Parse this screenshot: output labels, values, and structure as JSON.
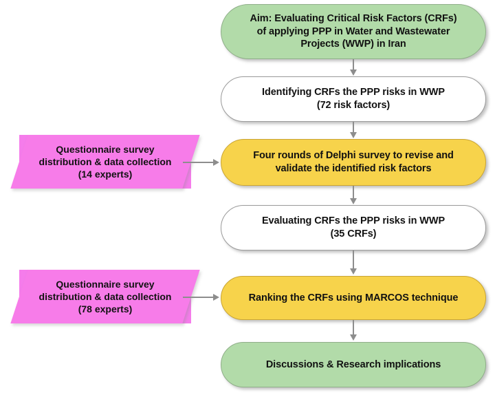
{
  "diagram": {
    "title": "Research framework flowchart",
    "type": "flowchart",
    "palette": {
      "green_fill": "#b2dba9",
      "green_border": "#8fae89",
      "white_fill": "#ffffff",
      "white_border": "#9a9a9a",
      "yellow_fill": "#f7d34b",
      "yellow_border": "#c9a433",
      "pink_fill": "#f77ce9",
      "connector": "#8d8d8d",
      "text": "#111111"
    },
    "nodes": [
      {
        "id": "aim",
        "shape": "rounded-rectangle",
        "color": "green",
        "text": "Aim: Evaluating Critical Risk Factors (CRFs)\nof applying PPP in Water and Wastewater\nProjects (WWP) in Iran"
      },
      {
        "id": "identify",
        "shape": "rounded-rectangle",
        "color": "white",
        "text": "Identifying CRFs the PPP risks in WWP\n(72 risk factors)"
      },
      {
        "id": "delphi",
        "shape": "rounded-rectangle",
        "color": "yellow",
        "text": "Four rounds of Delphi survey  to revise and\nvalidate the identified risk factors"
      },
      {
        "id": "evaluate",
        "shape": "rounded-rectangle",
        "color": "white",
        "text": "Evaluating CRFs the PPP risks in WWP\n(35 CRFs)"
      },
      {
        "id": "ranking",
        "shape": "rounded-rectangle",
        "color": "yellow",
        "text": "Ranking the CRFs using MARCOS technique"
      },
      {
        "id": "discussion",
        "shape": "rounded-rectangle",
        "color": "green",
        "text": "Discussions & Research implications"
      },
      {
        "id": "survey-14",
        "shape": "parallelogram",
        "color": "pink",
        "text": "Questionnaire survey\ndistribution & data collection\n(14 experts)"
      },
      {
        "id": "survey-78",
        "shape": "parallelogram",
        "color": "pink",
        "text": "Questionnaire survey\ndistribution & data collection\n(78 experts)"
      }
    ],
    "edges": [
      {
        "from": "aim",
        "to": "identify",
        "direction": "down"
      },
      {
        "from": "identify",
        "to": "delphi",
        "direction": "down"
      },
      {
        "from": "delphi",
        "to": "evaluate",
        "direction": "down"
      },
      {
        "from": "evaluate",
        "to": "ranking",
        "direction": "down"
      },
      {
        "from": "ranking",
        "to": "discussion",
        "direction": "down"
      },
      {
        "from": "survey-14",
        "to": "delphi",
        "direction": "right"
      },
      {
        "from": "survey-78",
        "to": "ranking",
        "direction": "right"
      }
    ]
  }
}
